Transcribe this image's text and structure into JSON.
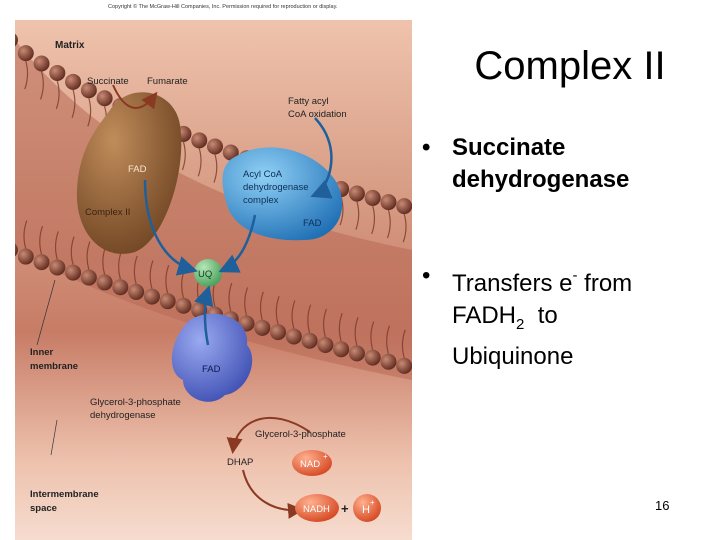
{
  "slide": {
    "title": "Complex II",
    "bullets": [
      {
        "text": "Succinate dehydrogenase",
        "line1": "Succinate",
        "line2": "dehydrogenase"
      },
      {
        "pre": "Transfers e",
        "sup": "-",
        "post": " from",
        "line2": "FADH",
        "sub": "2",
        "line2post": "  to",
        "line3": "Ubiquinone"
      }
    ],
    "bullet_glyph": "•",
    "page_number": "16"
  },
  "figure": {
    "copyright": "Copyright © The McGraw-Hill Companies, Inc. Permission required for reproduction or display.",
    "labels": {
      "matrix": "Matrix",
      "succinate": "Succinate",
      "fumarate": "Fumarate",
      "fatty_acyl_1": "Fatty acyl",
      "fatty_acyl_2": "CoA oxidation",
      "fad_complex2": "FAD",
      "complex2": "Complex II",
      "acyl1": "Acyl CoA",
      "acyl2": "dehydrogenase",
      "acyl3": "complex",
      "fad_acyl": "FAD",
      "uq": "UQ",
      "inner1": "Inner",
      "inner2": "membrane",
      "fad_g3p": "FAD",
      "g3pdh1": "Glycerol-3-phosphate",
      "g3pdh2": "dehydrogenase",
      "g3p": "Glycerol-3-phosphate",
      "dhap": "DHAP",
      "nad": "NAD",
      "nad_sup": "+",
      "nadh": "NADH",
      "plus": "+",
      "h": "H",
      "h_sup": "+",
      "inter1": "Intermembrane",
      "inter2": "space"
    },
    "colors": {
      "background_top": "#f2c9b3",
      "background_mid": "#c9806a",
      "background_bottom": "#f3d2c2",
      "lipid_head": "#7a3e2e",
      "complex_ii": "#8b5a2b",
      "acyl_coa_dh": "#3a8fd0",
      "ubiquinone": "#6fb87a",
      "g3p_dh": "#5a6fd0",
      "nad_circle": "#e0572e",
      "arrow": "#1f5f9a"
    }
  }
}
